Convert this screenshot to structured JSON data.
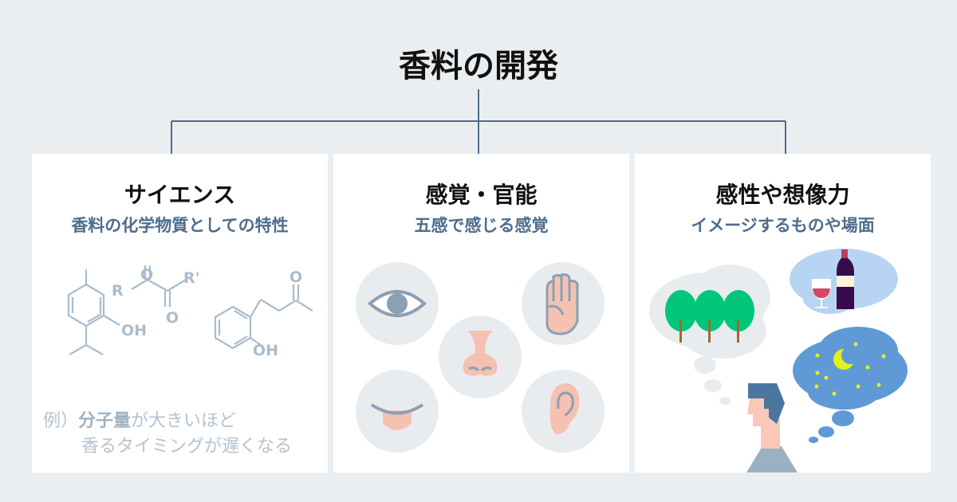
{
  "title": "香料の開発",
  "panels": [
    {
      "heading": "サイエンス",
      "subtitle": "香料の化学物質としての特性",
      "example": {
        "prefix": "例）",
        "bold": "分子量",
        "rest": "が大きいほど",
        "line2": "香るタイミングが遅くなる"
      },
      "chem_labels": {
        "o1": "O",
        "o2": "O",
        "o3": "O",
        "r": "R",
        "r2": "R'",
        "oh1": "OH",
        "oh2": "OH"
      }
    },
    {
      "heading": "感覚・官能",
      "subtitle": "五感で感じる感覚",
      "senses": [
        "eye-icon",
        "hand-icon",
        "nose-icon",
        "mouth-icon",
        "ear-icon"
      ]
    },
    {
      "heading": "感性や想像力",
      "subtitle": "イメージするものや場面"
    }
  ],
  "colors": {
    "line": "#4e6d8c",
    "panel": "#ffffff",
    "background": "#ebeef0",
    "chem": "#9fb3c4"
  }
}
